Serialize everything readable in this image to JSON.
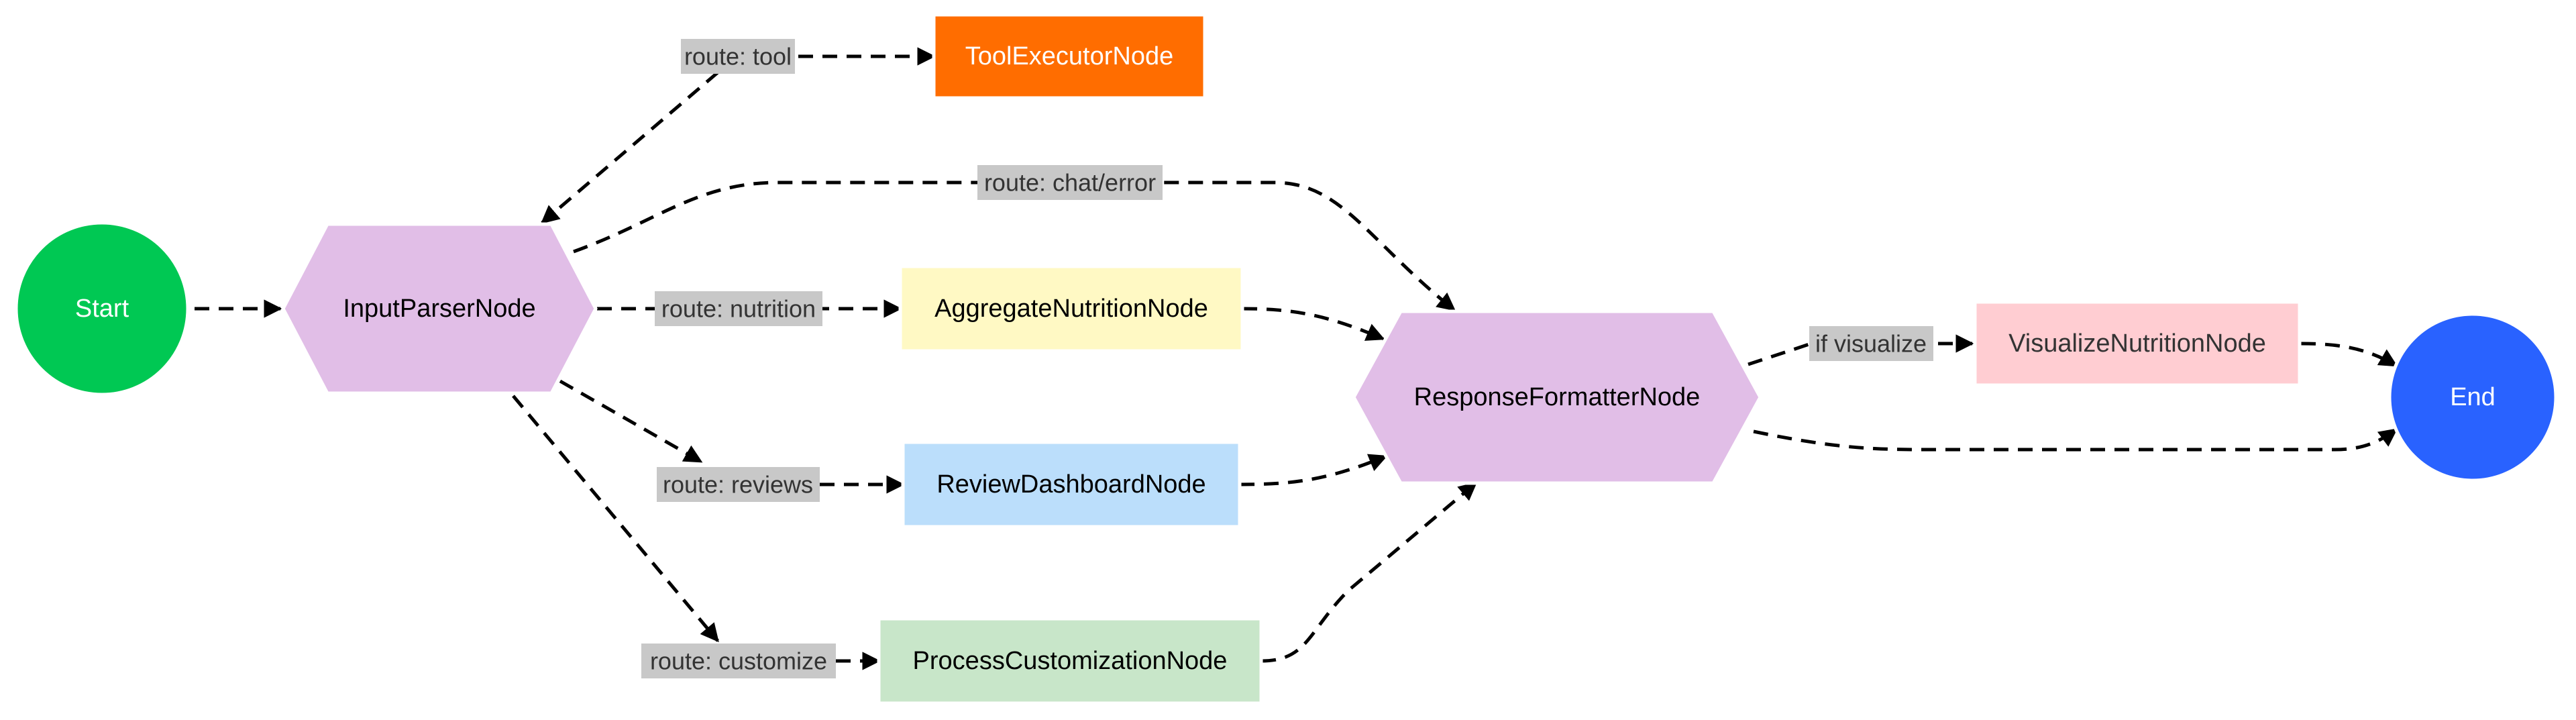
{
  "nodes": {
    "start": {
      "label": "Start",
      "color": "#00c853",
      "text_color": "#ffffff"
    },
    "input_parser": {
      "label": "InputParserNode",
      "color": "#e1bee7",
      "text_color": "#000000"
    },
    "tool_executor": {
      "label": "ToolExecutorNode",
      "color": "#ff6d00",
      "text_color": "#ffffff"
    },
    "aggregate_nutrition": {
      "label": "AggregateNutritionNode",
      "color": "#fff9c4",
      "text_color": "#000000"
    },
    "review_dashboard": {
      "label": "ReviewDashboardNode",
      "color": "#bbdefb",
      "text_color": "#000000"
    },
    "process_customization": {
      "label": "ProcessCustomizationNode",
      "color": "#c8e6c9",
      "text_color": "#000000"
    },
    "response_formatter": {
      "label": "ResponseFormatterNode",
      "color": "#e1bee7",
      "text_color": "#000000"
    },
    "visualize_nutrition": {
      "label": "VisualizeNutritionNode",
      "color": "#ffcdd2",
      "text_color": "#333333"
    },
    "end": {
      "label": "End",
      "color": "#2962ff",
      "text_color": "#ffffff"
    }
  },
  "edge_labels": {
    "route_tool": "route: tool",
    "route_chat_error": "route: chat/error",
    "route_nutrition": "route: nutrition",
    "route_reviews": "route: reviews",
    "route_customize": "route: customize",
    "if_visualize": "if visualize"
  }
}
